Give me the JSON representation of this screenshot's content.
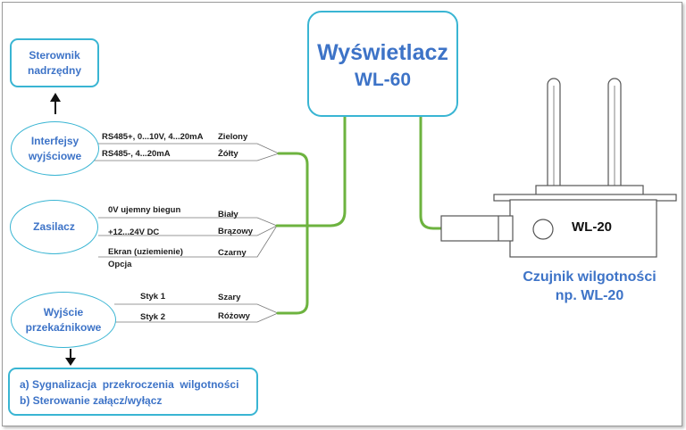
{
  "display": {
    "title": "Wyświetlacz",
    "model": "WL-60"
  },
  "controller": {
    "line1": "Sterownik",
    "line2": "nadrzędny"
  },
  "interfaces": {
    "name_line1": "Interfejsy",
    "name_line2": "wyjściowe",
    "signals": [
      {
        "label": "RS485+, 0...10V, 4...20mA",
        "color_name": "Zielony"
      },
      {
        "label": "RS485-, 4...20mA",
        "color_name": "Żółty"
      }
    ]
  },
  "power": {
    "name": "Zasilacz",
    "signals": [
      {
        "label": "0V ujemny biegun",
        "color_name": "Biały"
      },
      {
        "label": "+12...24V DC",
        "color_name": "Brązowy"
      },
      {
        "label": "Ekran (uziemienie)",
        "color_name": "Czarny"
      }
    ],
    "option": "Opcja"
  },
  "relay": {
    "name_line1": "Wyjście",
    "name_line2": "przekaźnikowe",
    "signals": [
      {
        "label": "Styk 1",
        "color_name": "Szary"
      },
      {
        "label": "Styk 2",
        "color_name": "Różowy"
      }
    ]
  },
  "functions": {
    "line1": "a) Sygnalizacja  przekroczenia  wilgotności",
    "line2": "b) Sterowanie załącz/wyłącz"
  },
  "sensor": {
    "model": "WL-20",
    "caption_line1": "Czujnik wilgotności",
    "caption_line2": "np. WL-20"
  },
  "colors": {
    "box_border": "#39b5d3",
    "text_blue": "#3d73c7",
    "wire_green": "#6db33f"
  }
}
